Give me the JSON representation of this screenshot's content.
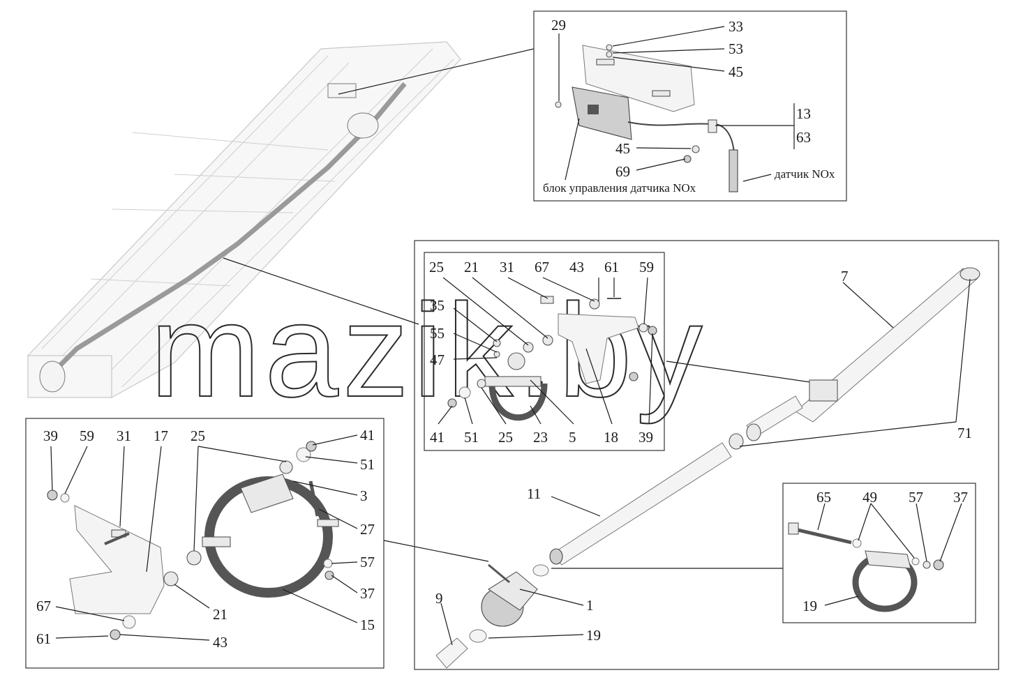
{
  "watermark": "mazik.by",
  "labels": {
    "nox_control_unit": "блок управления датчика NOx",
    "nox_sensor": "датчик NOx"
  },
  "callouts": {
    "top_box": [
      "29",
      "33",
      "53",
      "45",
      "13",
      "63",
      "45",
      "69"
    ],
    "bracket_box": [
      "25",
      "21",
      "31",
      "67",
      "43",
      "61",
      "59",
      "35",
      "55",
      "47",
      "41",
      "51",
      "25",
      "23",
      "5",
      "18",
      "39"
    ],
    "main_area": [
      "7",
      "71",
      "11",
      "1",
      "9",
      "19"
    ],
    "clamp_box": [
      "65",
      "49",
      "57",
      "37",
      "19"
    ],
    "left_box": [
      "39",
      "59",
      "31",
      "17",
      "25",
      "41",
      "51",
      "3",
      "27",
      "57",
      "37",
      "21",
      "15",
      "67",
      "61",
      "43"
    ]
  },
  "colors": {
    "line": "#1a1a1a",
    "chassis": "#c8c8c8",
    "part": "#e9e9e9"
  }
}
